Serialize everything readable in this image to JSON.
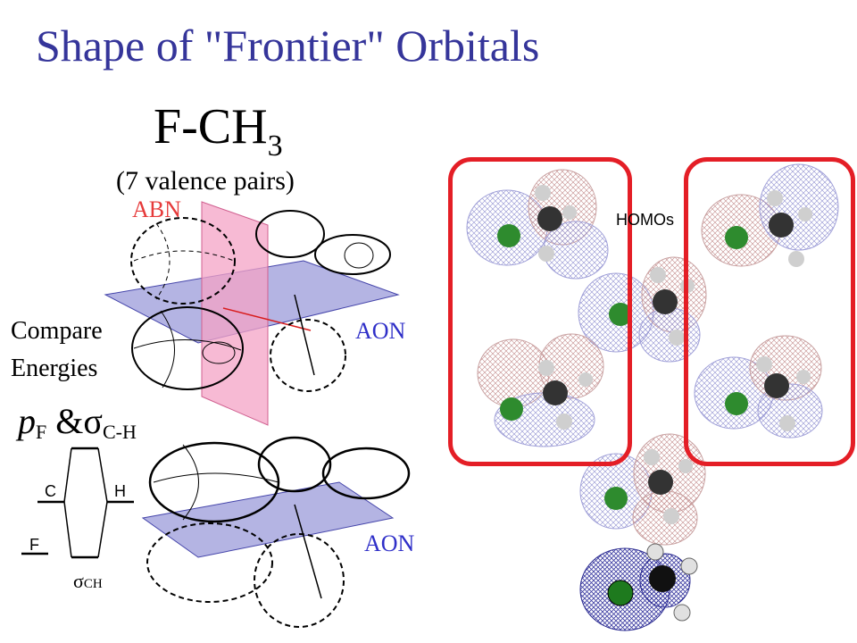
{
  "title": "Shape of \"Frontier\" Orbitals",
  "formula": {
    "base": "F-CH",
    "subscript": "3"
  },
  "subtitle": "(7 valence pairs)",
  "labels": {
    "abn": "ABN",
    "aon_top": "AON",
    "aon_bottom": "AON",
    "compare_line1": "Compare",
    "compare_line2": "Energies",
    "homos": "HOMOs"
  },
  "comparison": {
    "p": "p",
    "p_sub": "F",
    "amp": "&",
    "sigma": "σ",
    "sigma_sub": "C-H"
  },
  "mo_diagram": {
    "c": "C",
    "h": "H",
    "f": "F",
    "sigma": "σ",
    "sigma_sub": "CH"
  },
  "colors": {
    "title": "#35359a",
    "abn_plane": "#f4a3c6",
    "aon_plane": "#7777cc",
    "highlight_box": "#e41e26",
    "fluorine_atom": "#2e8b2e",
    "carbon_atom": "#333333",
    "hydrogen_atom": "#cfcfcf"
  }
}
